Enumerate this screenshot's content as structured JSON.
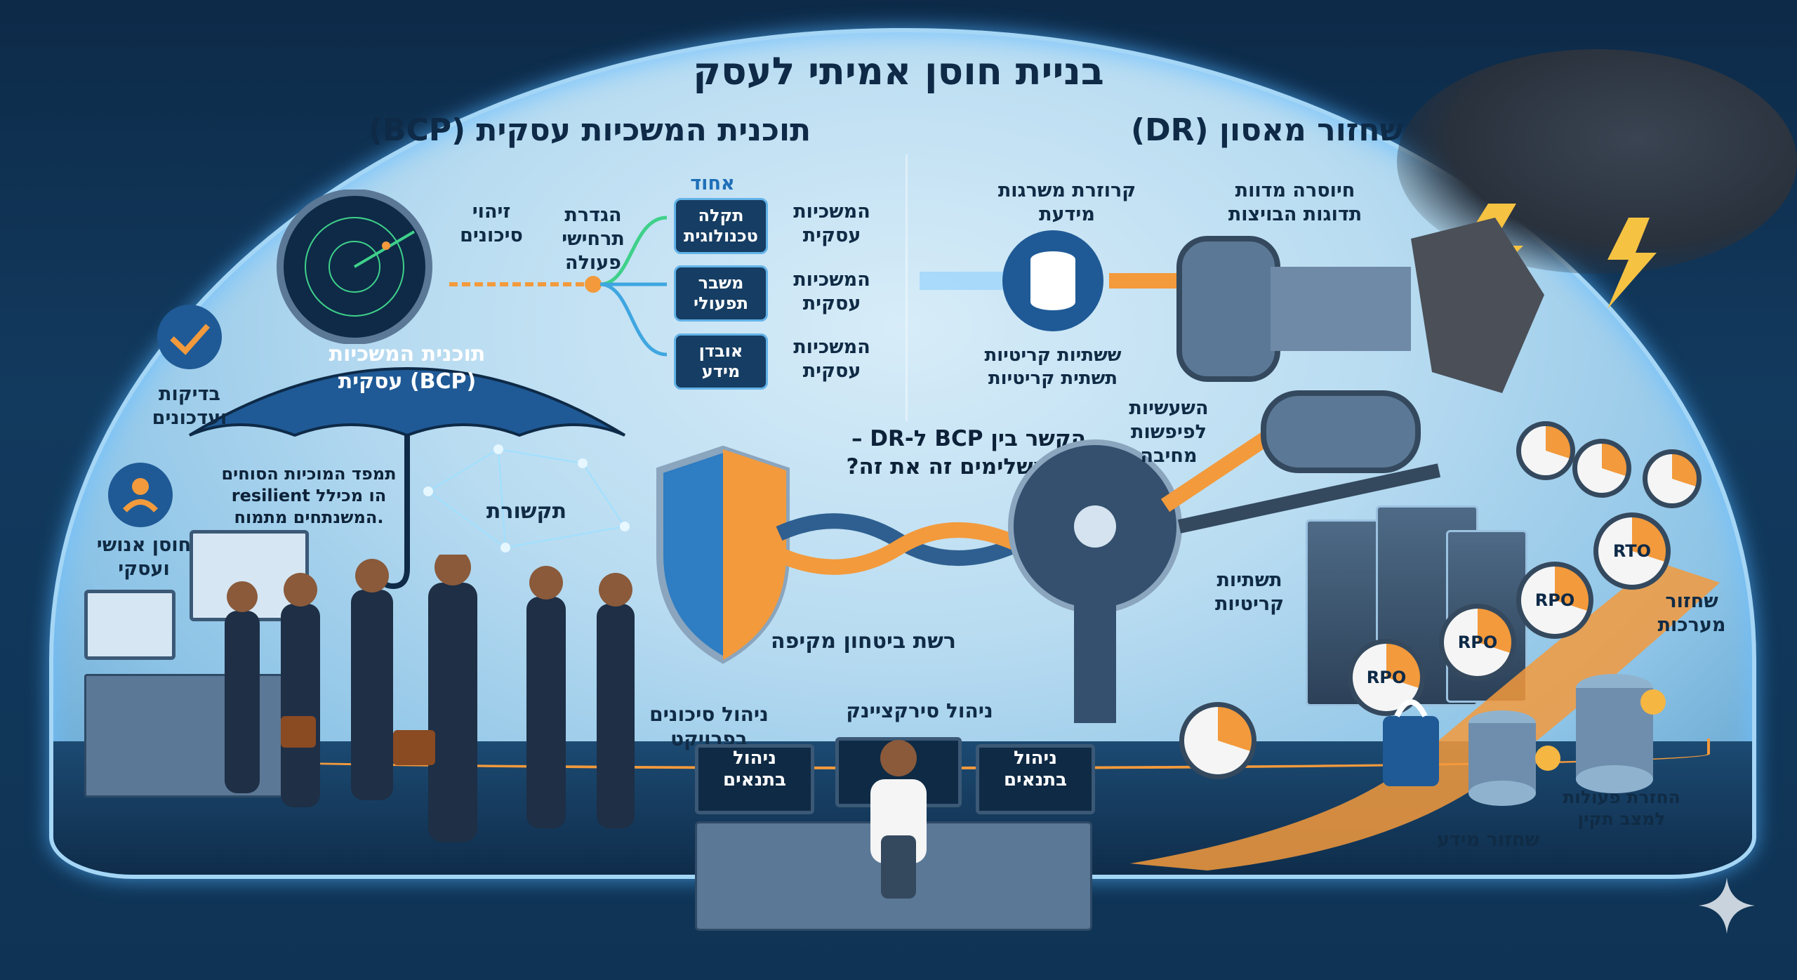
{
  "title": "בניית חוסן אמיתי לעסק",
  "bcp": {
    "heading": "תוכנית המשכיות עסקית (BCP)",
    "risk_label": "זיהוי\nסיכונים",
    "scenarios_label": "הגדרת\nתרחישי\nפעולה",
    "combined_label": "אחוד",
    "scenarios": [
      {
        "box": "תקלה\nטכנולוגית",
        "result": "המשכיות\nעסקית"
      },
      {
        "box": "משבר\nתפעולי",
        "result": "המשכיות\nעסקית"
      },
      {
        "box": "אובדן\nמידע",
        "result": "המשכיות\nעסקית"
      }
    ],
    "umbrella_text": "תוכנית המשכיות\n(BCP) עסקית",
    "tests_label": "בדיקות\nועדכונים",
    "people_resilience_label": "חוסן אנושי\nועסקי",
    "desc_text": "תמפד המוכיות הסוחים\nהו מכילל resilient\n.המשנתחים מתמוח",
    "communication_label": "תקשורת"
  },
  "dr": {
    "heading": "שחזור מאסון (DR)",
    "info_store_label": "קרוזרת משרגות\nמידעת",
    "infra_label": "ששתיות קריטיות\nתשתית קריטיות",
    "storm_label": "חיוסרה מדוות\nתדוגות הבויצות",
    "recovery_label": "השעשיות\nלפיפשות\nמחיבה",
    "critical_infra_label": "תשתיות\nקריטיות",
    "system_recovery_label": "שחזור\nמערכות",
    "data_recovery_label": "שחזור מידע",
    "restore_label": "החזרת פעולות\nלמצב תקין",
    "stopwatches": [
      "RTO",
      "RPO",
      "RPO",
      "RPO"
    ]
  },
  "center": {
    "question": "הקשר בין BCP ל-DR –\nאיך משלימים זה את זה?",
    "safety_net_label": "רשת ביטחון מקיפה",
    "project_risk_label": "ניהול סיכונים\nבפרויקט",
    "scenario_mgmt_label": "ניהול סירקציינק",
    "monitor_left": "ניהול\nבתנאים",
    "monitor_right": "ניהול\nבתנאים"
  },
  "colors": {
    "accent": "#f39a3c",
    "navy": "#163d63",
    "glow": "#6fc0ff"
  }
}
